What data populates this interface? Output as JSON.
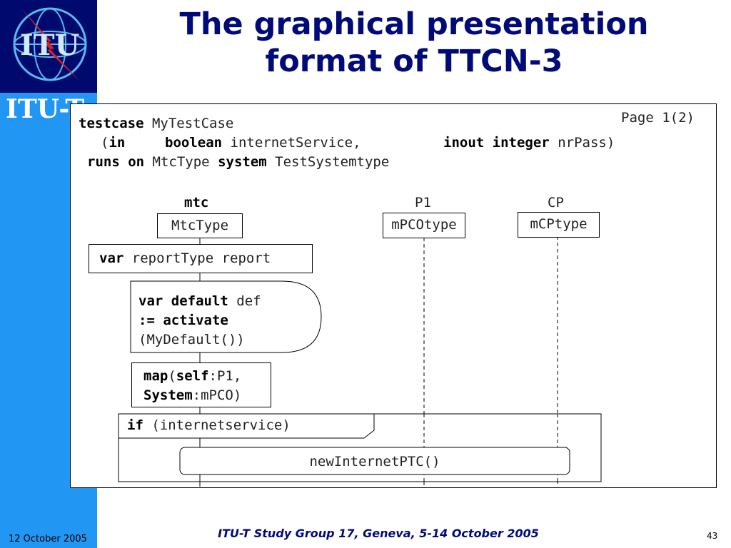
{
  "header": {
    "title_line1": "The graphical presentation",
    "title_line2": "format of TTCN-3",
    "sidebar_label": "ITU-T"
  },
  "logo": {
    "text": "ITU"
  },
  "diagram": {
    "page_label": "Page 1(2)",
    "signature": {
      "line1": {
        "kw_testcase": "testcase",
        "name": "MyTestCase"
      },
      "line2": {
        "open": "(",
        "kw_in": "in",
        "kw_boolean": "boolean",
        "param1": "internetService,",
        "kw_inout": "inout",
        "kw_integer": "integer",
        "param2": "nrPass)"
      },
      "line3": {
        "kw_runs_on": "runs on",
        "mtc_type": "MtcType",
        "kw_system": "system",
        "system_type": "TestSystemtype"
      }
    },
    "instances": [
      {
        "header": "mtc",
        "type": "MtcType"
      },
      {
        "header": "P1",
        "type": "mPCOtype"
      },
      {
        "header": "CP",
        "type": "mCPtype"
      }
    ],
    "var_box": {
      "kw": "var",
      "text": "reportType report"
    },
    "default_box": {
      "kw_var_default": "var default",
      "name": "def",
      "kw_activate": ":= activate",
      "call": "(MyDefault())"
    },
    "map_box": {
      "kw_map": "map",
      "open": "(",
      "kw_self": "self",
      "self_port": ":P1,",
      "kw_system": "System",
      "system_port": ":mPCO)"
    },
    "inline": {
      "kw_if": "if",
      "condition": "(internetservice)"
    },
    "reference": {
      "text": "newInternetPTC()"
    }
  },
  "footer": {
    "date": "12 October 2005",
    "event": "ITU-T Study Group 17, Geneva, 5-14 October 2005",
    "page_number": "43"
  },
  "colors": {
    "sidebar": "#2196f3",
    "logo_bg": "#000a6e",
    "title": "#000a78"
  }
}
